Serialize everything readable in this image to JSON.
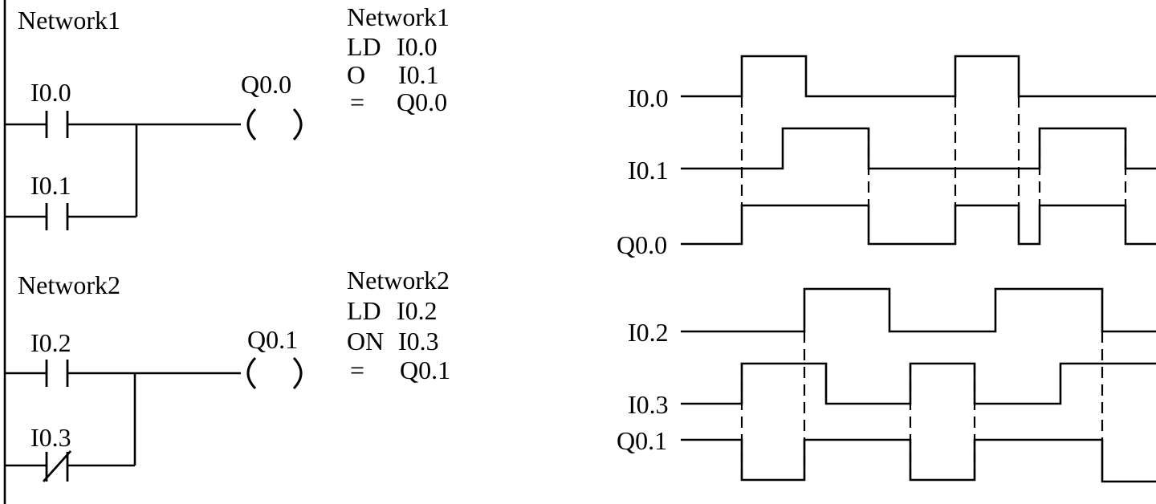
{
  "ladder": {
    "networks": [
      {
        "title": "Network1",
        "contacts": [
          {
            "label": "I0.0",
            "type": "NO"
          },
          {
            "label": "I0.1",
            "type": "NO"
          }
        ],
        "coil": "Q0.0",
        "il": {
          "title": "Network1",
          "lines": [
            {
              "op": "LD",
              "arg": "I0.0"
            },
            {
              "op": "O",
              "arg": "I0.1"
            },
            {
              "op": "=",
              "arg": "Q0.0"
            }
          ]
        }
      },
      {
        "title": "Network2",
        "contacts": [
          {
            "label": "I0.2",
            "type": "NO"
          },
          {
            "label": "I0.3",
            "type": "NC"
          }
        ],
        "coil": "Q0.1",
        "il": {
          "title": "Network2",
          "lines": [
            {
              "op": "LD",
              "arg": "I0.2"
            },
            {
              "op": "ON",
              "arg": "I0.3"
            },
            {
              "op": "=",
              "arg": "Q0.1"
            }
          ]
        }
      }
    ]
  },
  "timing": {
    "groups": [
      {
        "signals": [
          {
            "name": "I0.0",
            "edges": [
              924,
              1004,
              1190,
              1269
            ],
            "start": 0
          },
          {
            "name": "I0.1",
            "edges": [
              975,
              1082,
              1295,
              1402
            ],
            "start": 0
          },
          {
            "name": "Q0.0",
            "edges": [
              924,
              1082,
              1190,
              1269,
              1295,
              1402
            ],
            "start": 0
          }
        ],
        "dashes": [
          924,
          1082,
          1190,
          1269,
          1295,
          1402
        ]
      },
      {
        "signals": [
          {
            "name": "I0.2",
            "edges": [
              1002,
              1108,
              1240,
              1373
            ],
            "start": 0
          },
          {
            "name": "I0.3",
            "edges": [
              924,
              1029,
              1134,
              1214,
              1321
            ],
            "start": 0
          },
          {
            "name": "Q0.1",
            "edges": [
              924,
              1002,
              1134,
              1214,
              1373
            ],
            "start": 0,
            "inverted_swing": true
          }
        ],
        "dashes": [
          924,
          1002,
          1134,
          1214,
          1373
        ]
      }
    ]
  }
}
